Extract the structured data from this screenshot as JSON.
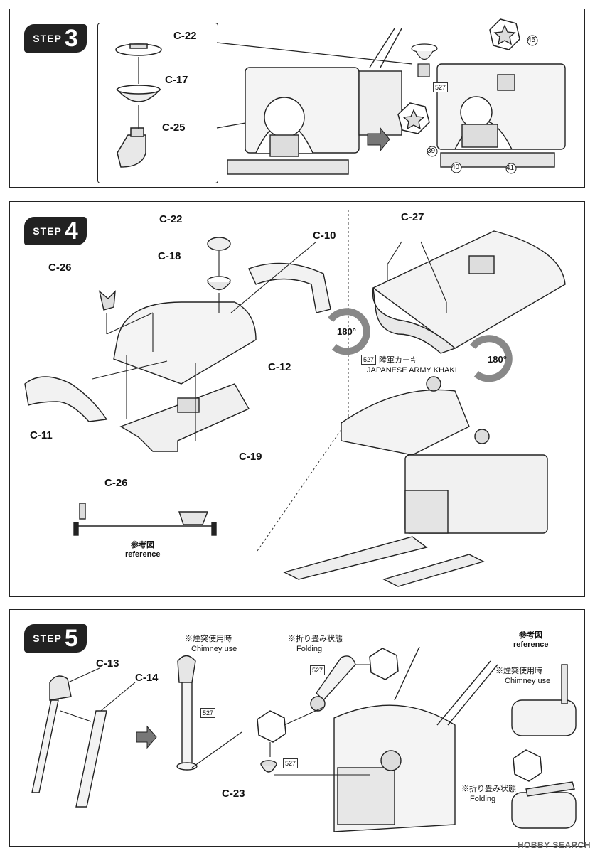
{
  "steps": {
    "s3": {
      "word": "STEP",
      "num": "3"
    },
    "s4": {
      "word": "STEP",
      "num": "4"
    },
    "s5": {
      "word": "STEP",
      "num": "5"
    }
  },
  "step3": {
    "parts": [
      "C-22",
      "C-17",
      "C-25"
    ],
    "paint_code": "527",
    "decals": [
      "45",
      "39",
      "40",
      "41"
    ]
  },
  "step4": {
    "parts": {
      "c22": "C-22",
      "c18": "C-18",
      "c10": "C-10",
      "c26": "C-26",
      "c12": "C-12",
      "c11": "C-11",
      "c19": "C-19",
      "c27": "C-27",
      "c26ref": "C-26"
    },
    "rotate1": "180°",
    "rotate2": "180°",
    "paint_code": "527",
    "paint_jp": "陸軍カーキ",
    "paint_en": "JAPANESE ARMY KHAKI",
    "ref_jp": "参考図",
    "ref_en": "reference"
  },
  "step5": {
    "parts": {
      "c13": "C-13",
      "c14": "C-14",
      "c23": "C-23"
    },
    "chimney_jp": "※煙突使用時",
    "chimney_en": "Chimney use",
    "folding_jp": "※折り畳み状態",
    "folding_en": "Folding",
    "paint_code": "527",
    "ref_jp": "参考図",
    "ref_en": "reference",
    "ref_chimney_jp": "※煙突使用時",
    "ref_chimney_en": "Chimney use",
    "ref_folding_jp": "※折り畳み状態",
    "ref_folding_en": "Folding"
  },
  "watermark": "HOBBY SEARCH"
}
